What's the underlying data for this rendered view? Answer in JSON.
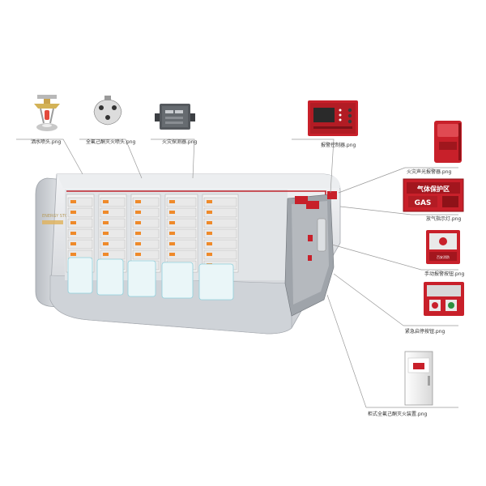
{
  "labels": {
    "sprinkler": "洒水喷头.png",
    "nozzle": "全氟己酮灭火喷头.png",
    "detector": "火灾探测器.png",
    "controller": "报警控制器.png",
    "alarm": "火灾声光报警器.png",
    "indicator": "放气指示灯.png",
    "manual_alarm": "手动报警按钮.png",
    "emergency_button": "紧急启停按钮.png",
    "cabinet": "柜式全氟己酮灭火装置.png"
  },
  "sign": {
    "line1": "气体保护区",
    "line2": "GAS"
  },
  "manual_sign": "百安消防",
  "brand_mark": "ENERGY STORAGE",
  "colors": {
    "red": "#c8202a",
    "dark_red": "#8e1218",
    "container": "#dfe2e6",
    "battery": "#e9e9e9",
    "orange": "#ef8a2a",
    "leader": "#9a9a9a",
    "pipe": "#c0232b"
  }
}
